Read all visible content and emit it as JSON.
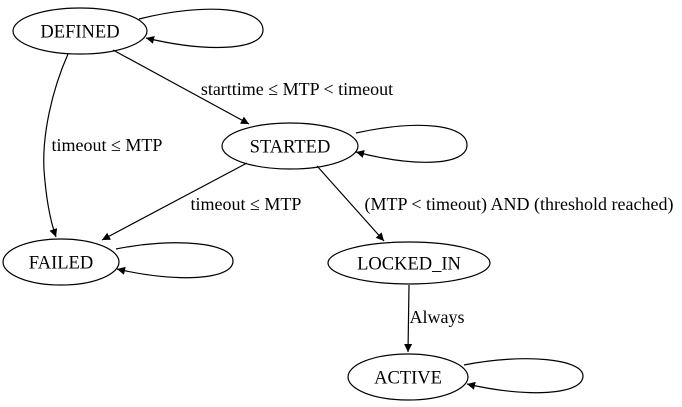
{
  "diagram": {
    "kind": "state-machine-graph",
    "colors": {
      "background": "#ffffff",
      "node_stroke": "#000000",
      "edge_stroke": "#000000",
      "text": "#000000"
    },
    "nodes": [
      {
        "label": "DEFINED",
        "self_loop": true
      },
      {
        "label": "STARTED",
        "self_loop": true
      },
      {
        "label": "FAILED",
        "self_loop": true
      },
      {
        "label": "LOCKED_IN",
        "self_loop": false
      },
      {
        "label": "ACTIVE",
        "self_loop": true
      }
    ],
    "edges": [
      {
        "from": "DEFINED",
        "to": "STARTED",
        "label": "starttime ≤ MTP < timeout"
      },
      {
        "from": "DEFINED",
        "to": "FAILED",
        "label": "timeout ≤ MTP"
      },
      {
        "from": "STARTED",
        "to": "FAILED",
        "label": "timeout ≤ MTP"
      },
      {
        "from": "STARTED",
        "to": "LOCKED_IN",
        "label": "(MTP < timeout) AND (threshold reached)"
      },
      {
        "from": "LOCKED_IN",
        "to": "ACTIVE",
        "label": "Always"
      }
    ]
  }
}
